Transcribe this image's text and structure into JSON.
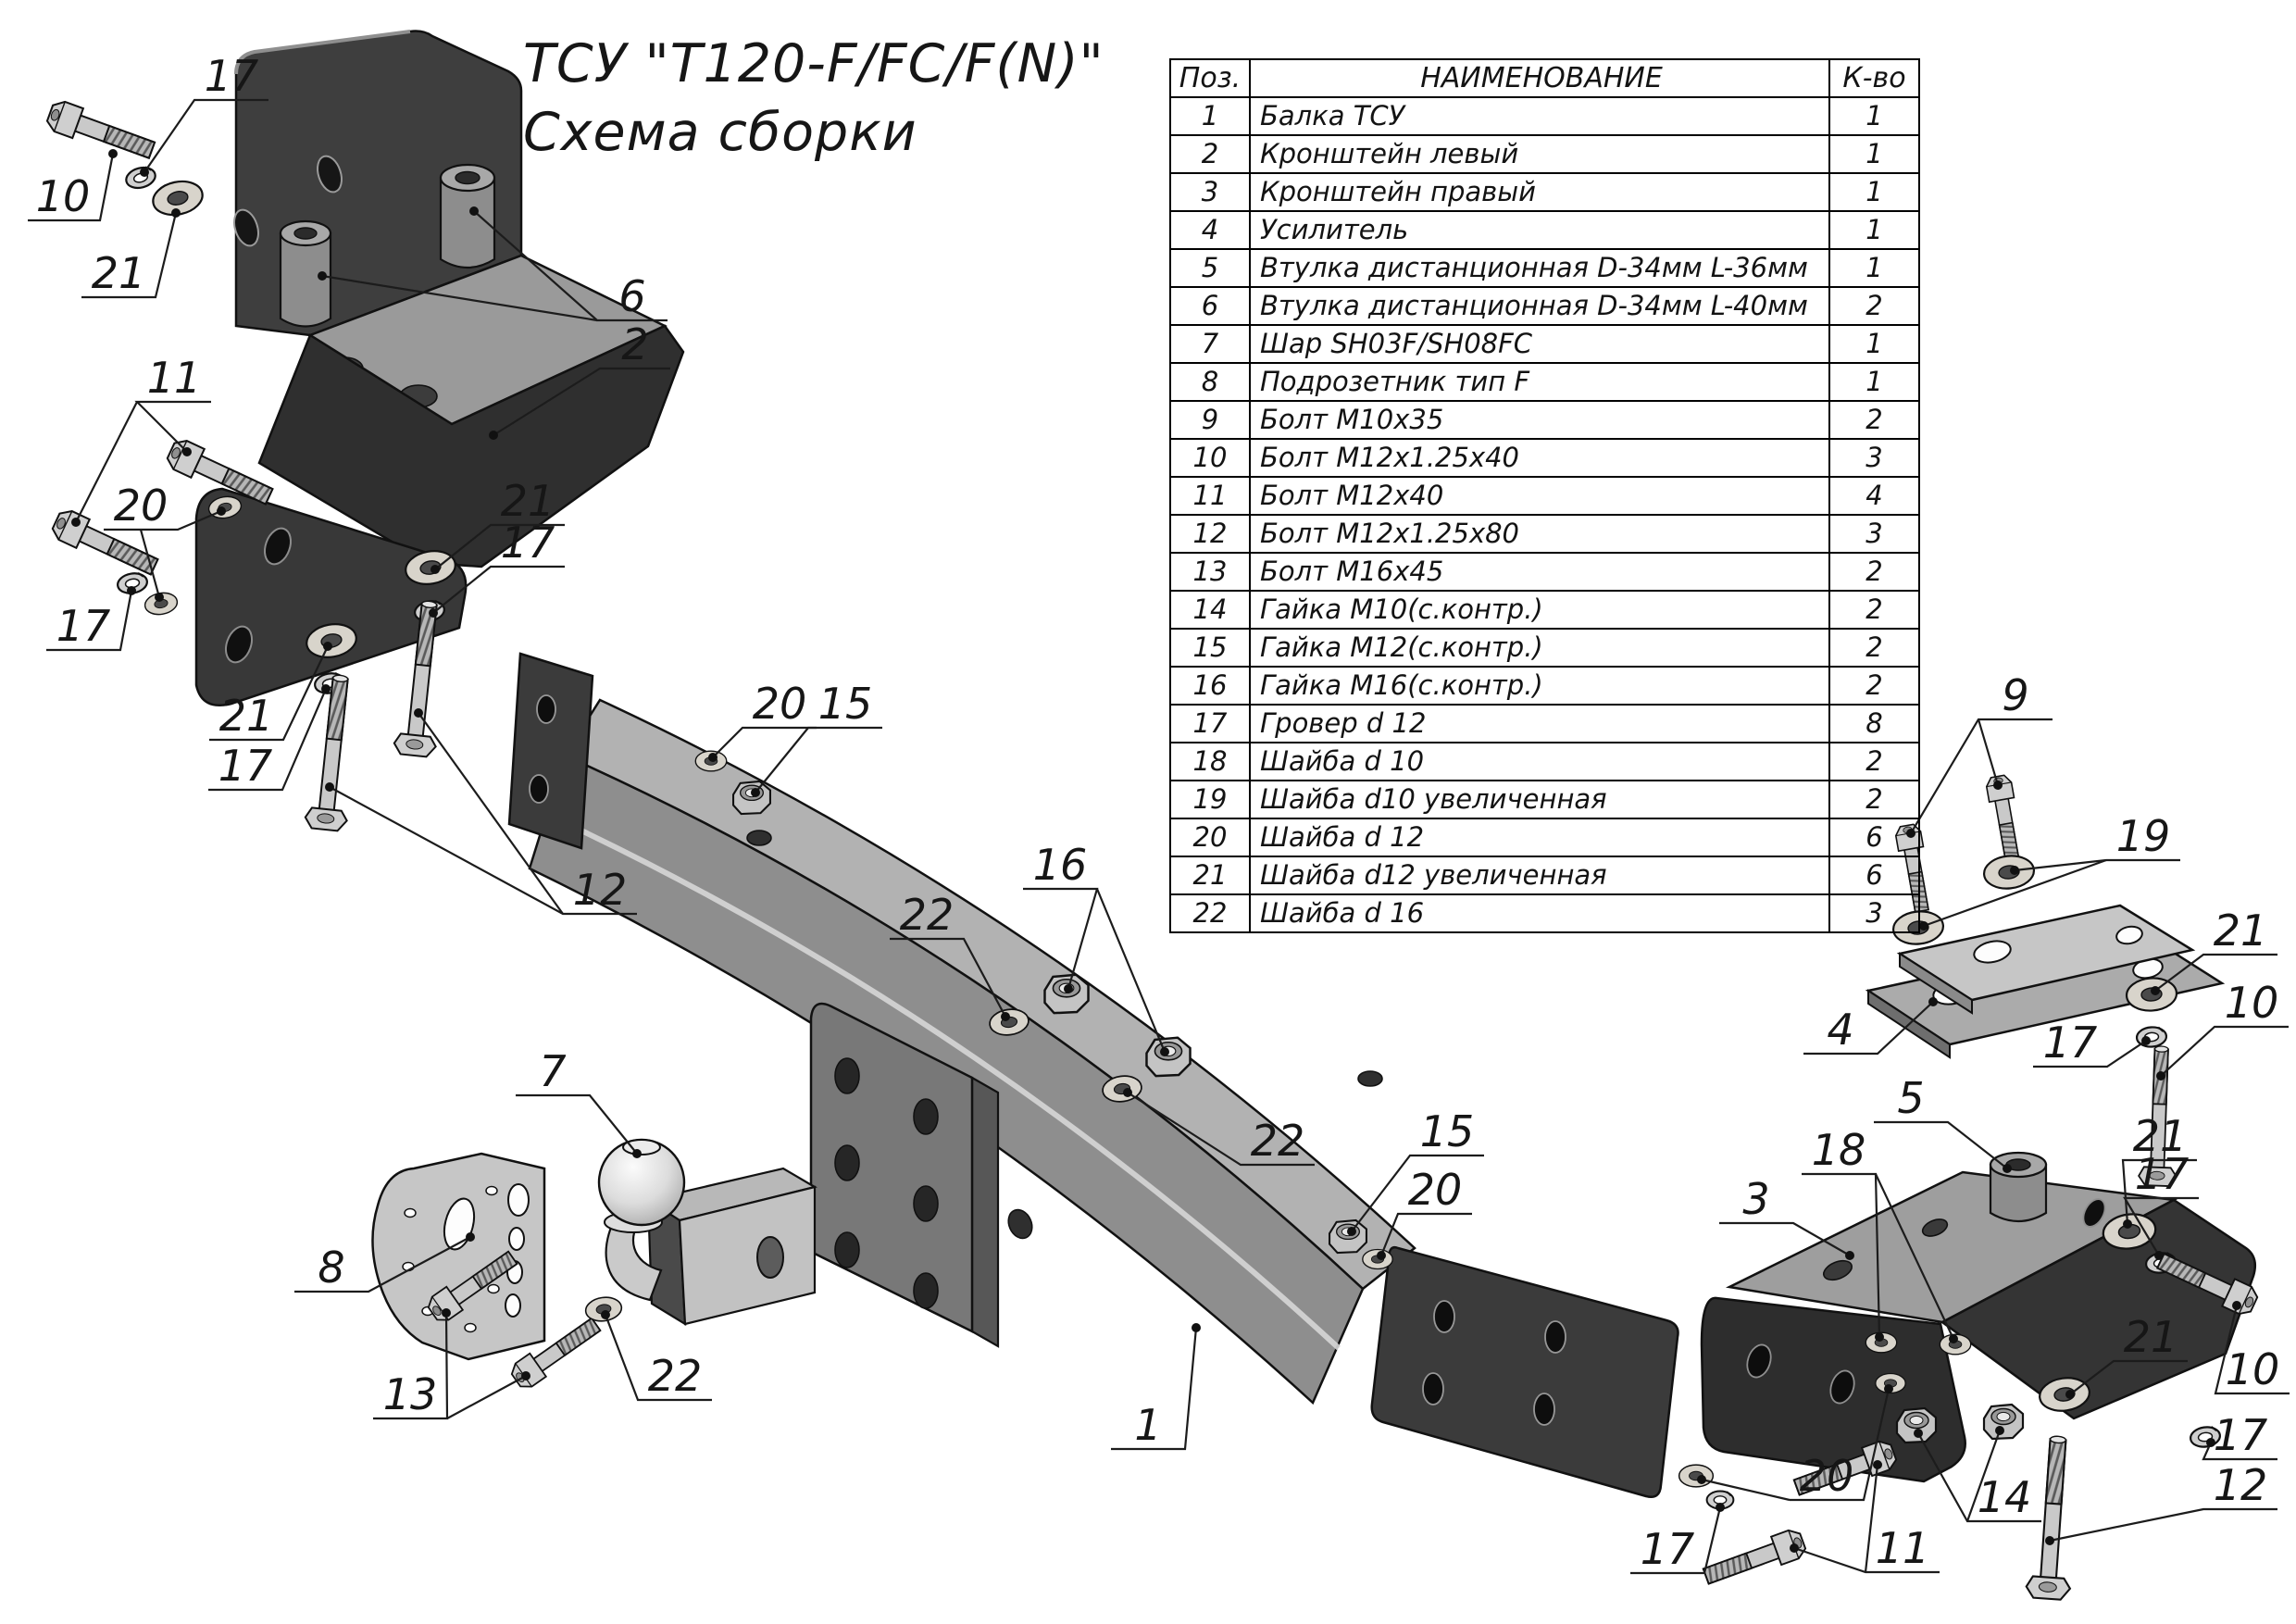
{
  "title": {
    "line1": "ТСУ \"Т120-F/FC/F(N)\"",
    "line2": "Схема сборки"
  },
  "parts_table": {
    "headers": {
      "pos": "Поз.",
      "name": "НАИМЕНОВАНИЕ",
      "qty": "К-во"
    },
    "rows": [
      {
        "pos": "1",
        "name": "Балка ТСУ",
        "qty": "1"
      },
      {
        "pos": "2",
        "name": "Кронштейн левый",
        "qty": "1"
      },
      {
        "pos": "3",
        "name": "Кронштейн правый",
        "qty": "1"
      },
      {
        "pos": "4",
        "name": "Усилитель",
        "qty": "1"
      },
      {
        "pos": "5",
        "name": "Втулка дистанционная D-34мм L-36мм",
        "qty": "1"
      },
      {
        "pos": "6",
        "name": "Втулка дистанционная D-34мм L-40мм",
        "qty": "2"
      },
      {
        "pos": "7",
        "name": "Шар SH03F/SH08FC",
        "qty": "1"
      },
      {
        "pos": "8",
        "name": "Подрозетник тип F",
        "qty": "1"
      },
      {
        "pos": "9",
        "name": "Болт М10х35",
        "qty": "2"
      },
      {
        "pos": "10",
        "name": "Болт М12х1.25х40",
        "qty": "3"
      },
      {
        "pos": "11",
        "name": "Болт М12х40",
        "qty": "4"
      },
      {
        "pos": "12",
        "name": "Болт М12х1.25х80",
        "qty": "3"
      },
      {
        "pos": "13",
        "name": "Болт М16х45",
        "qty": "2"
      },
      {
        "pos": "14",
        "name": "Гайка М10(с.контр.)",
        "qty": "2"
      },
      {
        "pos": "15",
        "name": "Гайка М12(с.контр.)",
        "qty": "2"
      },
      {
        "pos": "16",
        "name": "Гайка  М16(с.контр.)",
        "qty": "2"
      },
      {
        "pos": "17",
        "name": "Гровер d 12",
        "qty": "8"
      },
      {
        "pos": "18",
        "name": "Шайба d 10",
        "qty": "2"
      },
      {
        "pos": "19",
        "name": "Шайба d10 увеличенная",
        "qty": "2"
      },
      {
        "pos": "20",
        "name": "Шайба d 12",
        "qty": "6"
      },
      {
        "pos": "21",
        "name": "Шайба d12 увеличенная",
        "qty": "6"
      },
      {
        "pos": "22",
        "name": "Шайба d 16",
        "qty": "3"
      }
    ]
  },
  "callouts": [
    "17",
    "10",
    "21",
    "6",
    "2",
    "11",
    "20",
    "17",
    "21",
    "17",
    "21",
    "17",
    "12",
    "20",
    "15",
    "22",
    "16",
    "22",
    "7",
    "8",
    "13",
    "22",
    "1",
    "15",
    "20",
    "9",
    "19",
    "21",
    "10",
    "4",
    "17",
    "5",
    "18",
    "21",
    "17",
    "3",
    "21",
    "10",
    "17",
    "12",
    "14",
    "11",
    "20",
    "17"
  ]
}
